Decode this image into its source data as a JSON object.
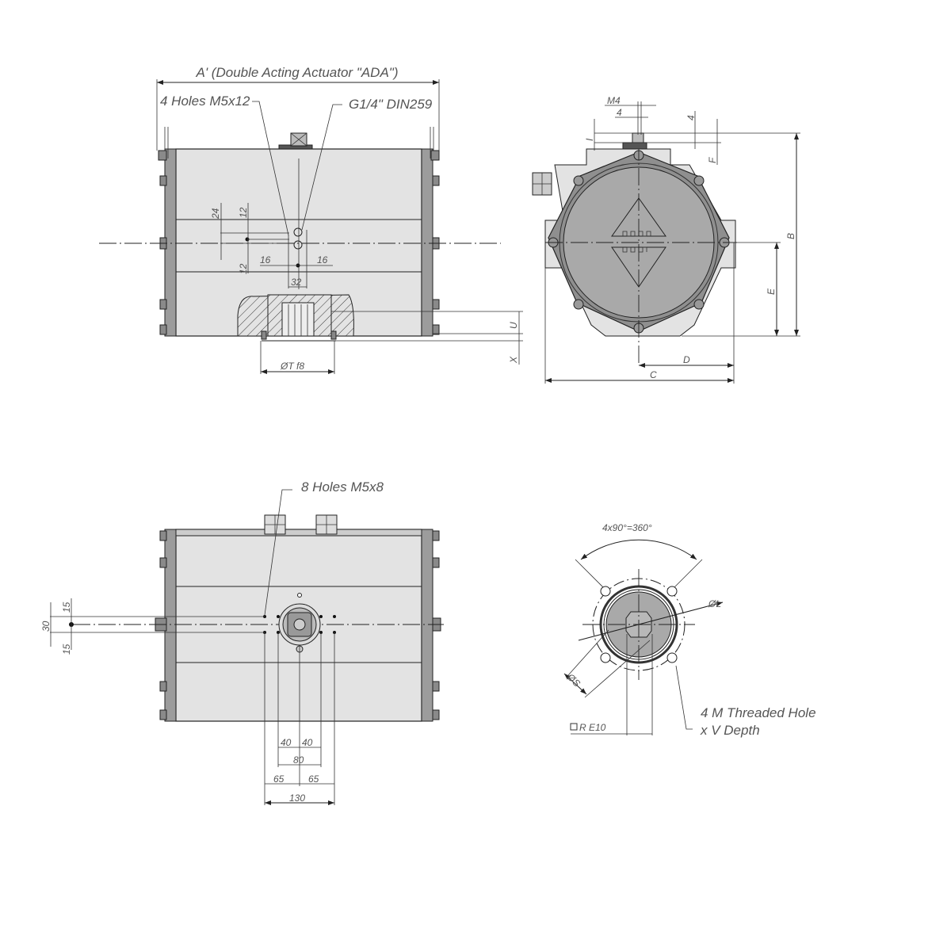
{
  "top_left_view": {
    "title": "A' (Double Acting Actuator \"ADA\")",
    "holes_note": "4 Holes M5x12",
    "port_note": "G1/4\" DIN259",
    "dims": {
      "d24": "24",
      "d12a": "12",
      "d12b": "12",
      "d16a": "16",
      "d16b": "16",
      "d32": "32",
      "U": "U",
      "X": "X",
      "T": "ØT f8"
    }
  },
  "top_right_view": {
    "dims": {
      "M4": "M4",
      "w4": "4",
      "h4": "4",
      "I": "I",
      "F": "F",
      "B": "B",
      "E": "E",
      "D": "D",
      "C": "C"
    }
  },
  "bottom_left_view": {
    "holes_note": "8 Holes M5x8",
    "dims": {
      "d15a": "15",
      "d30": "30",
      "d15b": "15",
      "d40a": "40",
      "d40b": "40",
      "d80": "80",
      "d65a": "65",
      "d65b": "65",
      "d130": "130"
    }
  },
  "bottom_right_view": {
    "angle": "4x90°=360°",
    "L": "ØL",
    "S": "ØS",
    "R": "R E10",
    "thread_note_1": "4 M Threaded Hole",
    "thread_note_2": "x V Depth"
  }
}
